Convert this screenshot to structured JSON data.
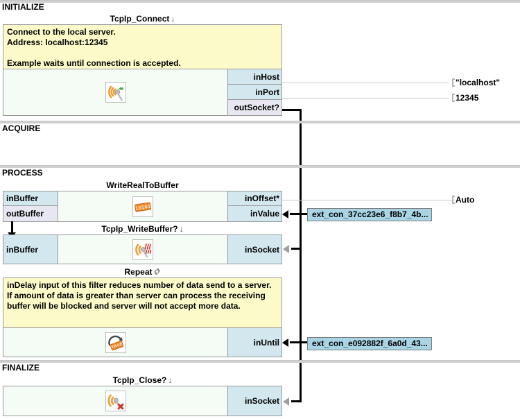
{
  "sections": [
    {
      "id": "initialize",
      "label": "INITIALIZE"
    },
    {
      "id": "acquire",
      "label": "ACQUIRE"
    },
    {
      "id": "process",
      "label": "PROCESS"
    },
    {
      "id": "finalize",
      "label": "FINALIZE"
    }
  ],
  "filters": {
    "connect": {
      "title": "TcpIp_Connect",
      "title_glyph": "↓",
      "icon": "antenna-connect-icon",
      "comment_lines": [
        "Connect to the local server.",
        "Address: localhost:12345",
        "",
        "Example waits until connection is accepted."
      ],
      "outputs_right": [
        {
          "name": "inHost",
          "kind": "in"
        },
        {
          "name": "inPort",
          "kind": "in"
        },
        {
          "name": "outSocket?",
          "kind": "out"
        }
      ]
    },
    "write_real_to_buffer": {
      "title": "WriteRealToBuffer",
      "title_glyph": "",
      "icon": "binary-data-icon",
      "left_ports": [
        {
          "name": "inBuffer",
          "kind": "in"
        },
        {
          "name": "outBuffer",
          "kind": "out"
        }
      ],
      "right_ports": [
        {
          "name": "inOffset*",
          "kind": "in"
        },
        {
          "name": "inValue",
          "kind": "in"
        }
      ]
    },
    "write_buffer": {
      "title": "TcpIp_WriteBuffer?",
      "title_glyph": "↓",
      "icon": "antenna-write-icon",
      "left_ports": [
        {
          "name": "inBuffer",
          "kind": "in"
        }
      ],
      "right_ports": [
        {
          "name": "inSocket",
          "kind": "in"
        }
      ]
    },
    "repeat": {
      "title": "Repeat",
      "title_glyph": "gear",
      "icon": "repeat-true-icon",
      "comment_text": "inDelay input of this filter reduces number of data send to a server. If amount of data is greater than server can process the receiving buffer will be blocked and server will not accept more data.",
      "right_ports": [
        {
          "name": "inUntil",
          "kind": "in"
        }
      ]
    },
    "close": {
      "title": "TcpIp_Close?",
      "title_glyph": "↓",
      "icon": "antenna-close-icon",
      "right_ports": [
        {
          "name": "inSocket",
          "kind": "in"
        }
      ]
    }
  },
  "values": [
    {
      "id": "in-host-value",
      "text": "\"localhost\""
    },
    {
      "id": "in-port-value",
      "text": "12345"
    },
    {
      "id": "in-offset-value",
      "text": "Auto"
    }
  ],
  "external_connections": [
    {
      "id": "ext-con-invalue",
      "label": "ext_con_37cc23e6_f8b7_4b..."
    },
    {
      "id": "ext-con-inuntil",
      "label": "ext_con_e092882f_6a0d_43..."
    }
  ],
  "colors": {
    "input_port": "#d2e7ee",
    "output_port": "#e7e7f2",
    "comment_bg": "#fcfac8",
    "filter_bg": "#f5fbf5",
    "chip_bg": "#a8d4e4",
    "wire": "#000000",
    "thin_wire": "#c9c9c9"
  }
}
